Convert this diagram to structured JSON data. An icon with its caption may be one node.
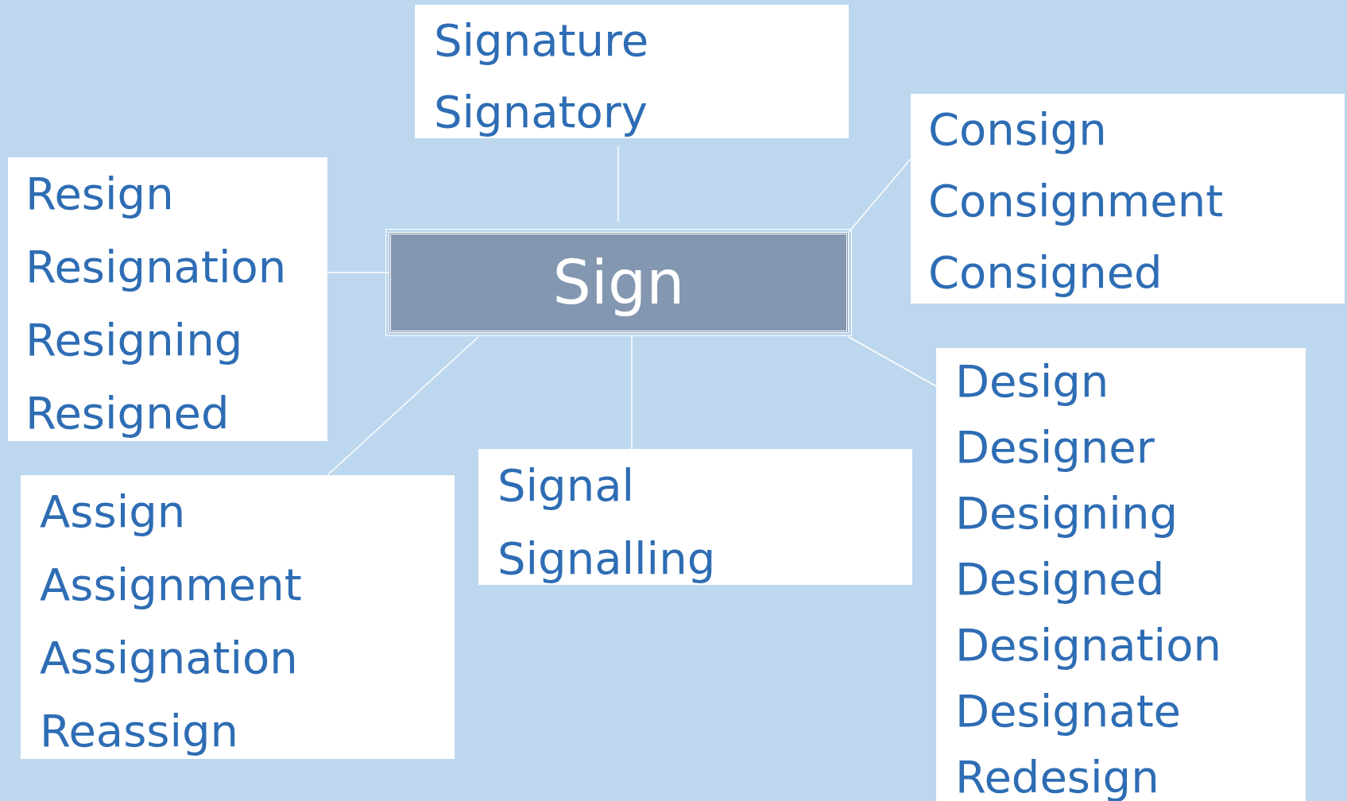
{
  "diagram": {
    "nodes": [
      {
        "text": [
          "Signature",
          "Signatory"
        ]
      },
      {
        "text": [
          "Consign",
          "Consignment",
          "Consigned"
        ]
      },
      {
        "text": [
          "Resign",
          "Resignation",
          "Resigning",
          "Resigned"
        ]
      },
      {
        "text": [
          "Sign"
        ]
      },
      {
        "text": [
          "Design",
          "Designer",
          "Designing",
          "Designed",
          "Designation",
          "Designate",
          "Redesign"
        ]
      },
      {
        "text": [
          "Signal",
          "Signalling"
        ]
      },
      {
        "text": [
          "Assign",
          "Assignment",
          "Assignation",
          "Reassign"
        ]
      }
    ],
    "edges": [
      {
        "from": 3,
        "to": 0,
        "arrow": "none"
      },
      {
        "from": 3,
        "to": 1,
        "arrow": "none"
      },
      {
        "from": 3,
        "to": 2,
        "arrow": "none"
      },
      {
        "from": 3,
        "to": 4,
        "arrow": "none"
      },
      {
        "from": 3,
        "to": 5,
        "arrow": "none"
      },
      {
        "from": 3,
        "to": 6,
        "arrow": "none"
      }
    ]
  }
}
